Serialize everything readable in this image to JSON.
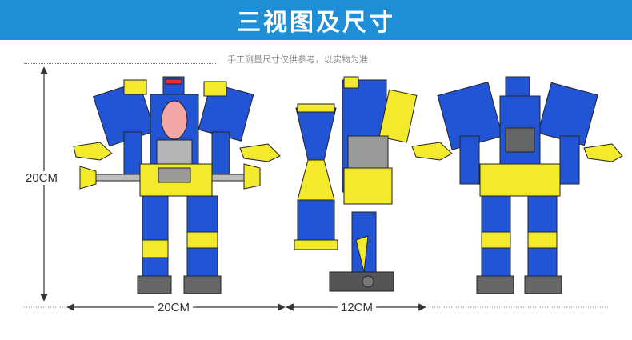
{
  "header": {
    "title": "三视图及尺寸",
    "bg_color": "#1e8fd6"
  },
  "note": "手工测量尺寸仅供参考，以实物为准",
  "dimensions": {
    "height_label": "20CM",
    "front_width_label": "20CM",
    "side_depth_label": "12CM"
  },
  "views": [
    {
      "view": "front"
    },
    {
      "view": "side"
    },
    {
      "view": "back"
    }
  ],
  "colors": {
    "blue": "#2255d6",
    "yellow": "#f2ea2a",
    "gray": "#9a9a9a",
    "dark": "#333333",
    "pink": "#f4a6a6"
  }
}
